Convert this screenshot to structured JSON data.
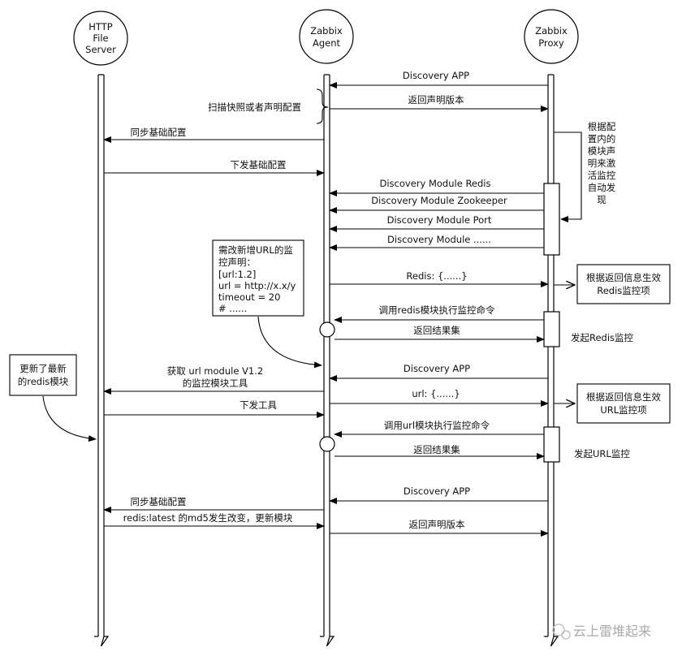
{
  "participants": [
    {
      "id": "http",
      "lines": [
        "HTTP",
        "File",
        "Server"
      ]
    },
    {
      "id": "agent",
      "lines": [
        "Zabbix",
        "Agent"
      ]
    },
    {
      "id": "proxy",
      "lines": [
        "Zabbix",
        "Proxy"
      ]
    }
  ],
  "messages": [
    {
      "text": "Discovery APP"
    },
    {
      "text": "返回声明版本"
    },
    {
      "text": "同步基础配置"
    },
    {
      "text": "下发基础配置"
    },
    {
      "text": "Discovery Module Redis"
    },
    {
      "text": "Discovery Module Zookeeper"
    },
    {
      "text": "Discovery Module Port"
    },
    {
      "text": "Discovery Module ......"
    },
    {
      "text": "Redis: {......}"
    },
    {
      "text": "调用redis模块执行监控命令"
    },
    {
      "text": "返回结果集"
    },
    {
      "text": "Discovery APP"
    },
    {
      "lines": [
        "获取 url module V1.2",
        "的监控模块工具"
      ]
    },
    {
      "text": "url: {......}"
    },
    {
      "text": "下发工具"
    },
    {
      "text": "调用url模块执行监控命令"
    },
    {
      "text": "返回结果集"
    },
    {
      "text": "Discovery APP"
    },
    {
      "text": "同步基础配置"
    },
    {
      "text": "redis:latest 的md5发生改变，更新模块"
    },
    {
      "text": "返回声明版本"
    }
  ],
  "notes": {
    "scan_config": "扫描快照或者声明配置",
    "proxy_self": [
      "根据配",
      "置内的",
      "模块声",
      "明来激",
      "活监控",
      "自动发",
      "现"
    ],
    "redis_item_box": [
      "根据返回信息生效",
      "Redis监控项"
    ],
    "redis_trigger": "发起Redis监控",
    "url_item_box": [
      "根据返回信息生效",
      "URL监控项"
    ],
    "url_trigger": "发起URL监控",
    "url_declaration": [
      "需改新增URL的监",
      "控声明：",
      "[url:1.2]",
      "url = http://x.x/y",
      "timeout = 20",
      "# ......"
    ],
    "redis_updated": [
      "更新了最新",
      "的redis模块"
    ]
  },
  "watermark": "云上雷堆起来"
}
